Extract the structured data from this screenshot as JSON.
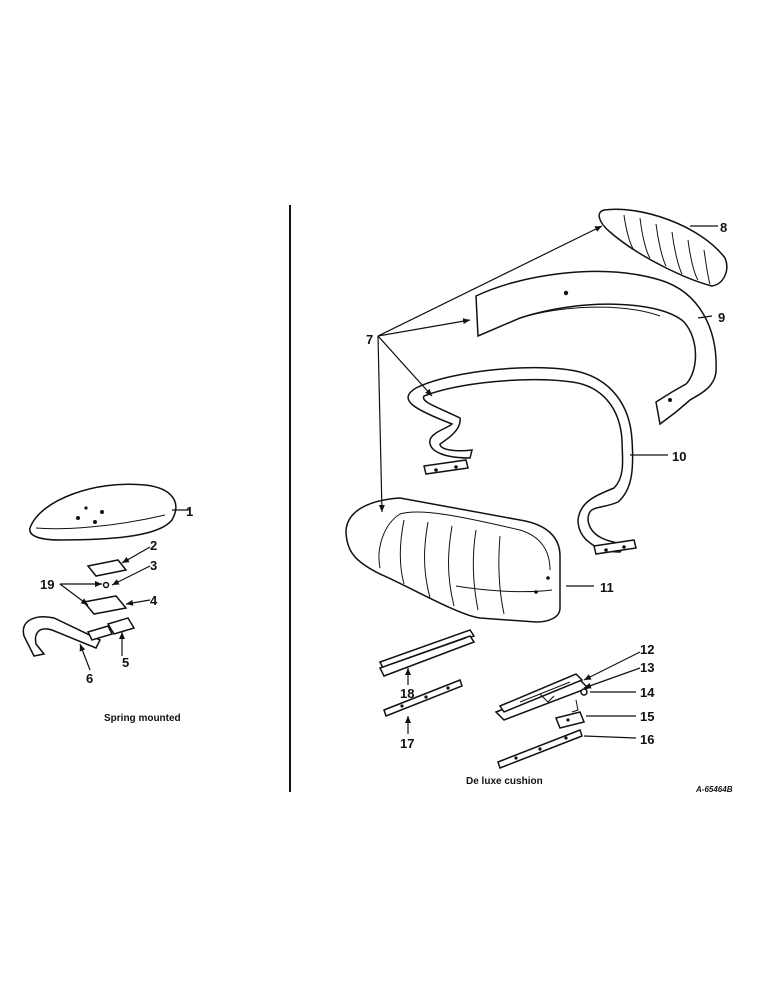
{
  "diagram": {
    "section_left_caption": "Spring mounted",
    "section_right_caption": "De luxe cushion",
    "reference_code": "A-65464B",
    "callouts": {
      "n1": "1",
      "n2": "2",
      "n3": "3",
      "n4": "4",
      "n5": "5",
      "n6": "6",
      "n7": "7",
      "n8": "8",
      "n9": "9",
      "n10": "10",
      "n11": "11",
      "n12": "12",
      "n13": "13",
      "n14": "14",
      "n15": "15",
      "n16": "16",
      "n17": "17",
      "n18": "18",
      "n19": "19"
    }
  }
}
